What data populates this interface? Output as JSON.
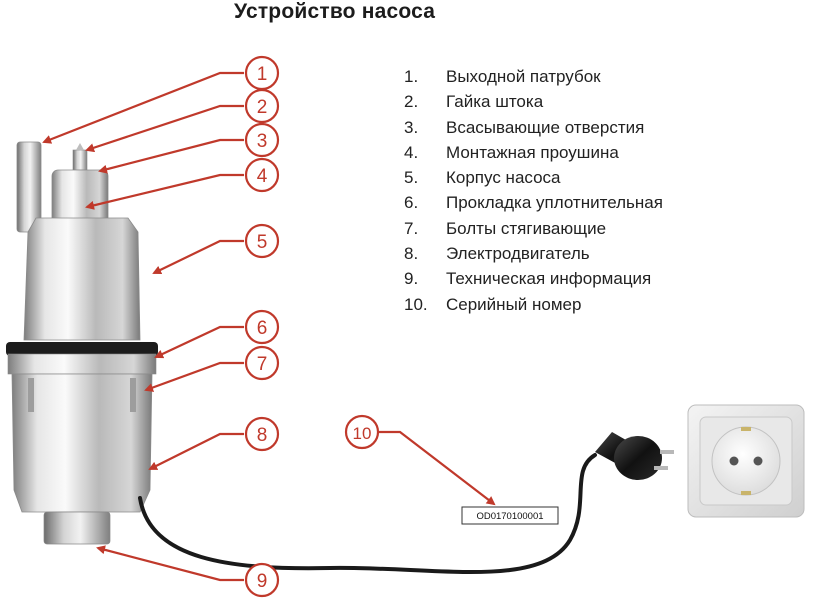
{
  "title": "Устройство насоса",
  "parts": [
    {
      "num": "1.",
      "label": "Выходной патрубок"
    },
    {
      "num": "2.",
      "label": "Гайка штока"
    },
    {
      "num": "3.",
      "label": "Всасывающие отверстия"
    },
    {
      "num": "4.",
      "label": "Монтажная проушина"
    },
    {
      "num": "5.",
      "label": "Корпус насоса"
    },
    {
      "num": "6.",
      "label": "Прокладка уплотнительная"
    },
    {
      "num": "7.",
      "label": "Болты стягивающие"
    },
    {
      "num": "8.",
      "label": "Электродвигатель"
    },
    {
      "num": "9.",
      "label": "Техническая информация"
    },
    {
      "num": "10.",
      "label": "Серийный номер"
    }
  ],
  "callouts": [
    "1",
    "2",
    "3",
    "4",
    "5",
    "6",
    "7",
    "8",
    "9",
    "10"
  ],
  "serial_number": "OD0170100001",
  "colors": {
    "accent": "#c0392b",
    "cable": "#1a1a1a"
  }
}
